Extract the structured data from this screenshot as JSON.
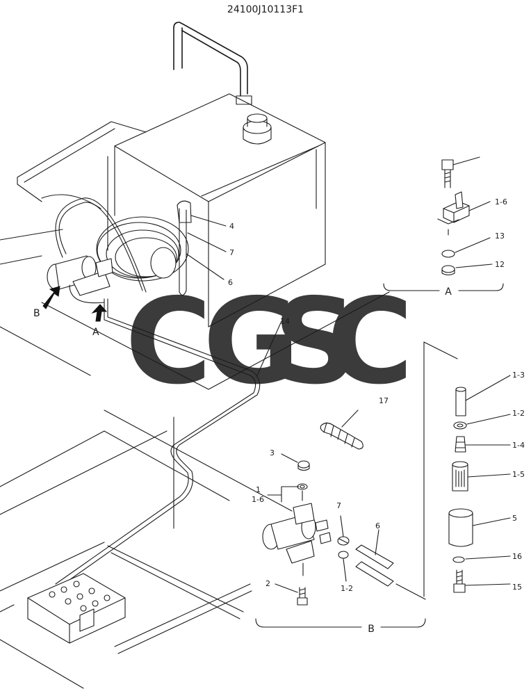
{
  "drawing_id": "24100J10113F1",
  "watermark": {
    "letters": [
      {
        "char": "C",
        "color": "#5b9cf5"
      },
      {
        "char": "G",
        "color": "#ee6a6a"
      },
      {
        "char": "S",
        "color": "#f6d15a"
      },
      {
        "char": "C",
        "color": "#5fb98f"
      }
    ]
  },
  "views": {
    "A": "A",
    "B": "B"
  },
  "arrows": {
    "A": "A",
    "B": "B"
  },
  "callouts": {
    "c4": "4",
    "c7": "7",
    "c6": "6",
    "c14": "14",
    "c17": "17",
    "c3": "3",
    "c1": "1",
    "c1_6b": "1-6",
    "c7b": "7",
    "c6b": "6",
    "c2": "2",
    "c1_2b": "1-2",
    "c1_6a": "1-6",
    "c13": "13",
    "c12": "12",
    "c1_3": "1-3",
    "c1_2": "1-2",
    "c1_4": "1-4",
    "c1_5": "1-5",
    "c5": "5",
    "c16": "16",
    "c15": "15"
  }
}
